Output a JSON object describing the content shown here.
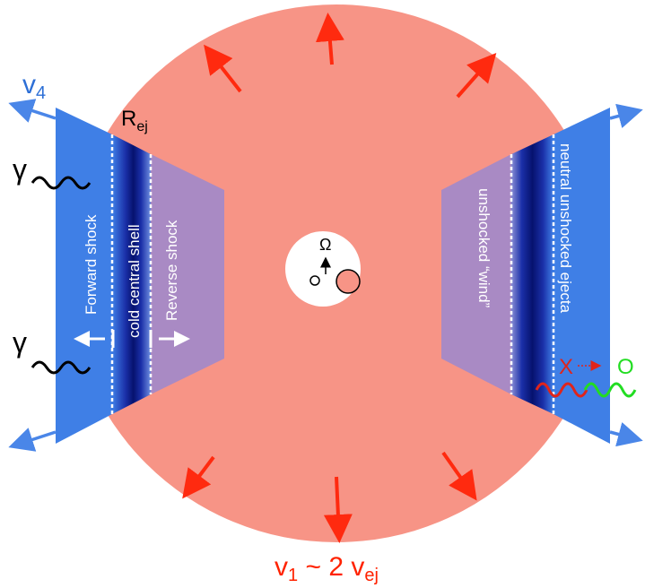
{
  "labels": {
    "v4": "v",
    "v4_sub": "4",
    "r_ej": "R",
    "r_ej_sub": "ej",
    "gamma_top": "γ",
    "gamma_bottom": "γ",
    "omega": "Ω",
    "forward_shock": "Forward shock",
    "cold_shell": "cold central shell",
    "reverse_shock": "Reverse shock",
    "unshocked_wind": "unshocked “wind”",
    "neutral_ejecta": "neutral unshocked ejecta",
    "x_label": "X",
    "o_label": "O",
    "v1_main": "v",
    "v1_sub": "1",
    "v1_mid": " ~ 2 v",
    "v1_end_sub": "ej"
  },
  "colors": {
    "ejecta_red": "#f79486",
    "arrow_red": "#ff2a0f",
    "shell_blue": "#3f7fe6",
    "dark_blue": "#0a1a8c",
    "purple": "#a98ac4",
    "arrow_blue": "#4a86e8",
    "text_blue": "#2d6fd6",
    "text_red": "#ff2200",
    "xray_red": "#e0241b",
    "optical_green": "#22dd22"
  }
}
